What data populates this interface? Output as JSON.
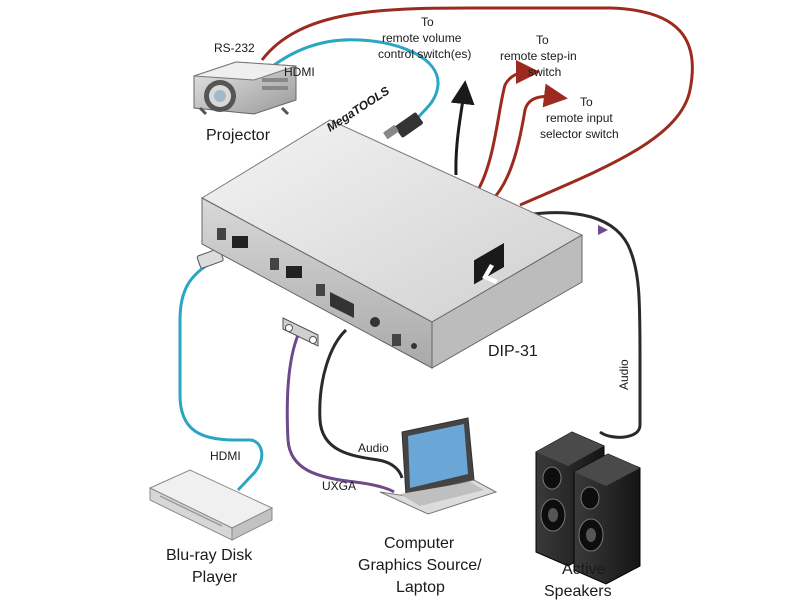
{
  "labels": {
    "rs232": "RS-232",
    "hdmi_top": "HDMI",
    "projector": "Projector",
    "volume_line1": "To",
    "volume_line2": "remote volume",
    "volume_line3": "control switch(es)",
    "stepin_line1": "To",
    "stepin_line2": "remote step-in",
    "stepin_line3": "switch",
    "input_line1": "To",
    "input_line2": "remote input",
    "input_line3": "selector switch",
    "device_brand": "MegaTOOLS",
    "device_model": "DIP-31",
    "audio_right": "Audio",
    "audio_laptop": "Audio",
    "uxga": "UXGA",
    "hdmi_bottom": "HDMI",
    "bluray_line1": "Blu-ray Disk",
    "bluray_line2": "Player",
    "laptop_line1": "Computer",
    "laptop_line2": "Graphics Source/",
    "laptop_line3": "Laptop",
    "speakers_line1": "Active",
    "speakers_line2": "Speakers"
  },
  "colors": {
    "hdmi_cable": "#2aa6c2",
    "rs232_cable": "#9c2a1e",
    "remote_cable": "#9c2a1e",
    "volume_cable": "#1a1a1a",
    "audio_cable": "#2a2a2a",
    "uxga_cable": "#6e4a8a"
  }
}
